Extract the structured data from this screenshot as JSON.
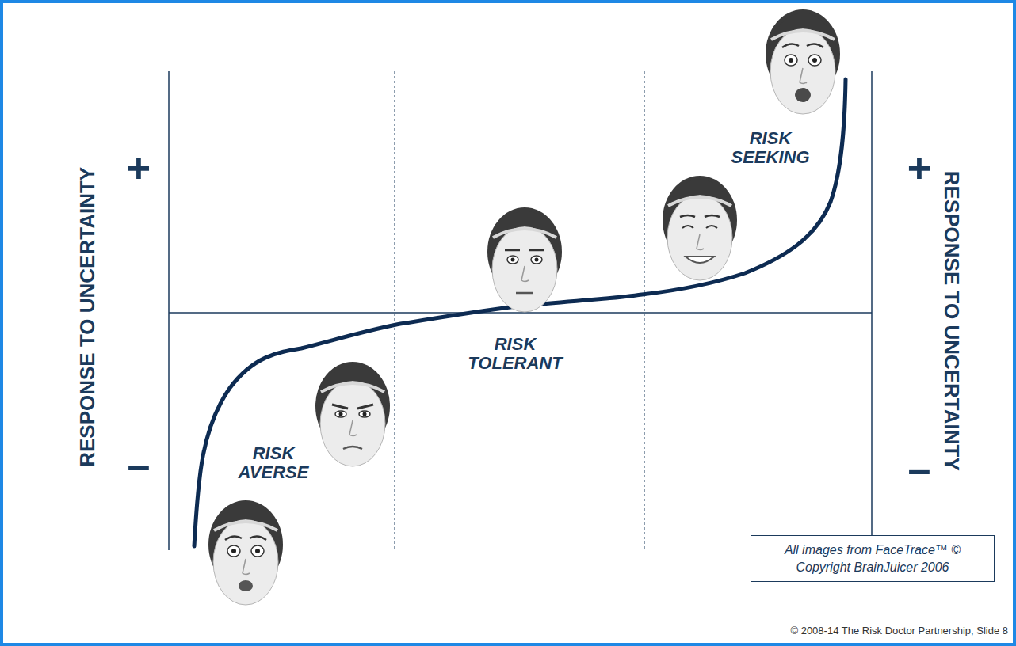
{
  "diagram": {
    "nodes": [
      {
        "text": [
          "All images from FaceTrace™ © Copyright BrainJuicer 2006"
        ]
      }
    ],
    "labels": [
      "RESPONSE TO UNCERTAINTY",
      "+",
      "–",
      "RISK SEEKING",
      "RISK TOLERANT",
      "RISK AVERSE",
      "RESPONSE TO UNCERTAINTY",
      "+",
      "–",
      "© 2008-14 The Risk Doctor Partnership, Slide 8"
    ]
  }
}
